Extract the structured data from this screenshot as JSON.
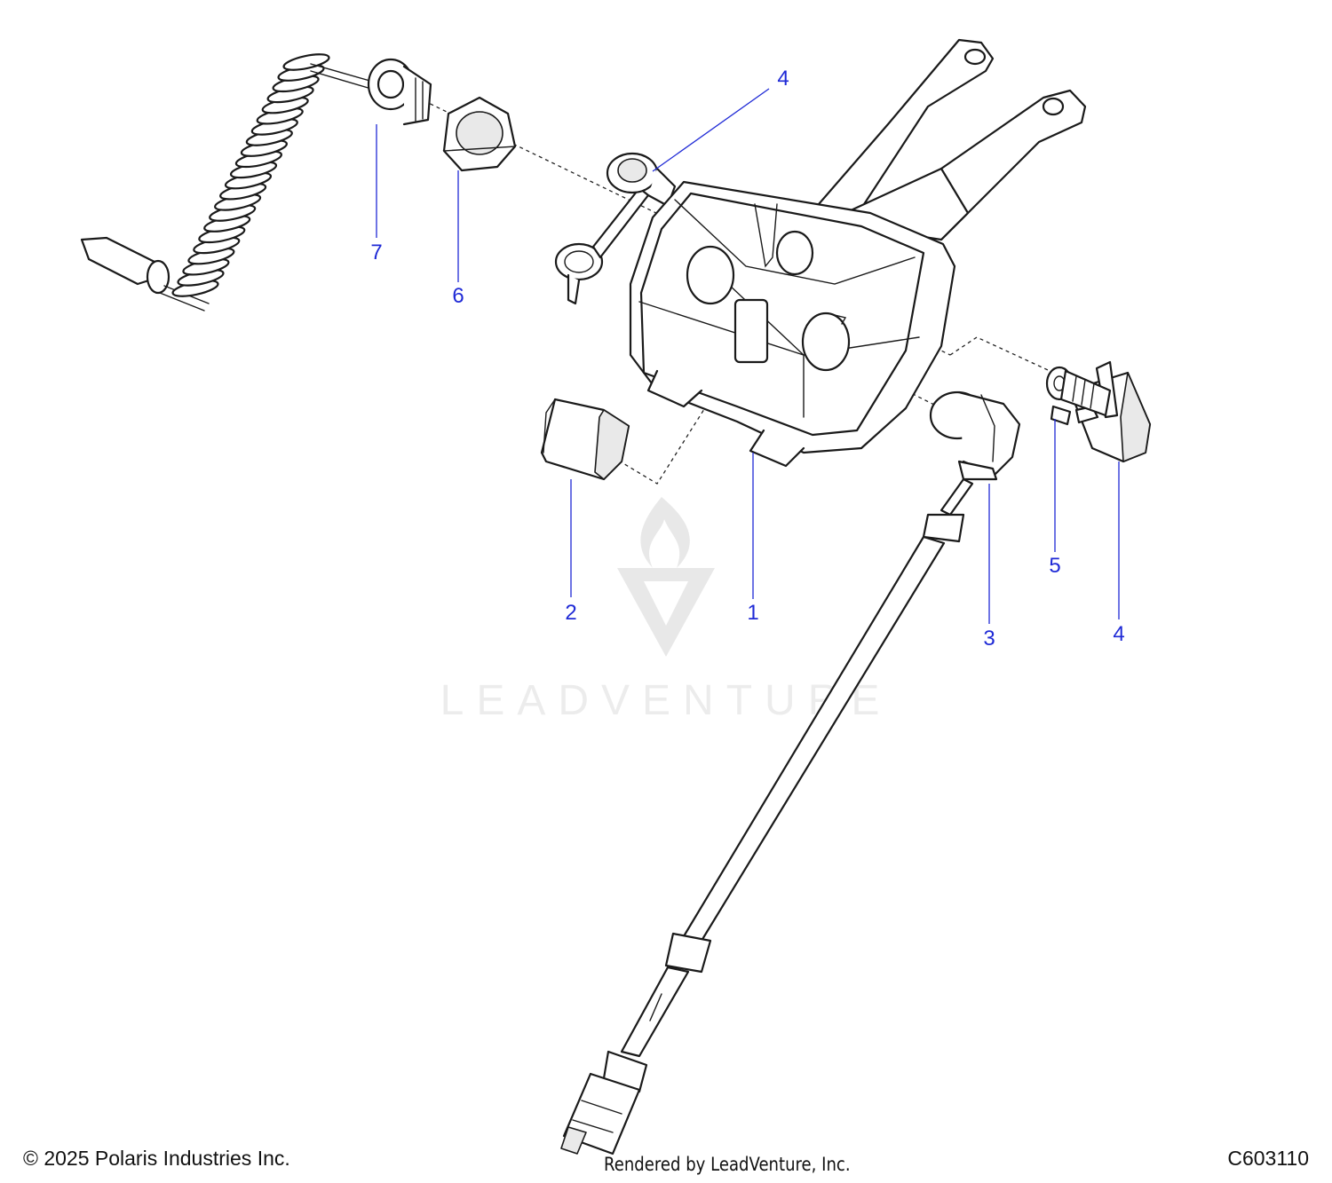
{
  "callouts": [
    {
      "number": "1"
    },
    {
      "number": "2"
    },
    {
      "number": "3"
    },
    {
      "number": "4"
    },
    {
      "number": "4"
    },
    {
      "number": "5"
    },
    {
      "number": "6"
    },
    {
      "number": "7"
    }
  ],
  "watermark": {
    "text": "LEADVENTURE"
  },
  "footer": {
    "copyright": "© 2025 Polaris Industries Inc.",
    "rendered_by": "Rendered by LeadVenture, Inc.",
    "diagram_code": "C603110"
  },
  "colors": {
    "callout": "#1f2ad6",
    "line_art": "#1a1a1a",
    "watermark": "#d2d2d2"
  }
}
